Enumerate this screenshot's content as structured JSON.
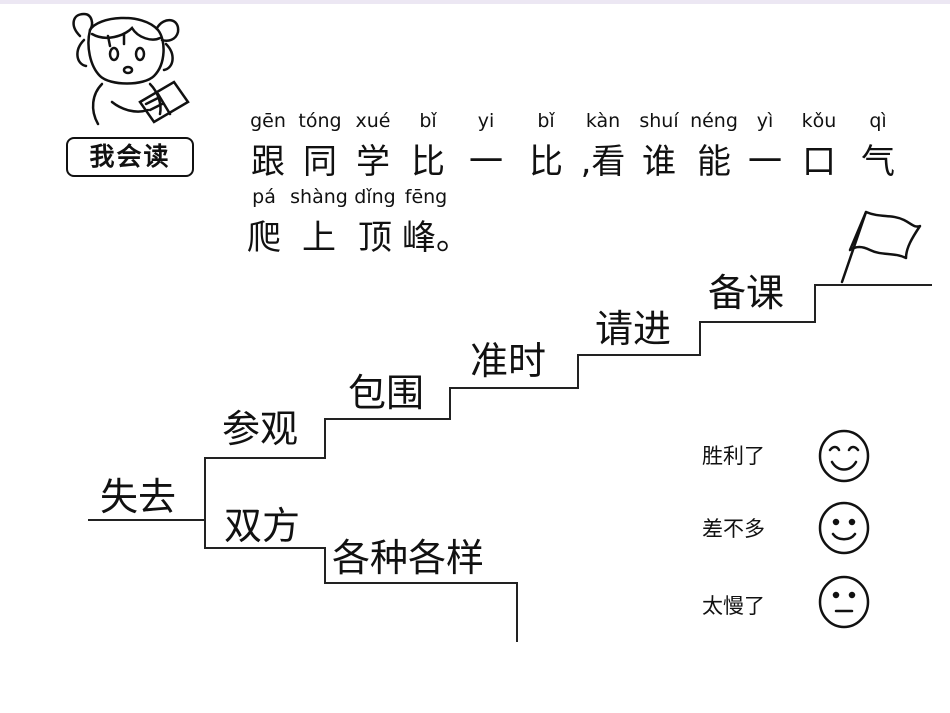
{
  "header": {
    "badge": "我会读",
    "pinyin_line1": [
      "gēn",
      "tóng",
      "xué",
      "bǐ",
      "yi",
      "bǐ",
      "kàn",
      "shuí",
      "néng",
      "yì",
      "kǒu",
      "qì"
    ],
    "hanzi_line1": [
      "跟",
      "同",
      "学",
      "比",
      "一",
      "比",
      ",看",
      "谁",
      "能",
      "一",
      "口",
      "气"
    ],
    "pinyin_line2": [
      "pá",
      "shàng",
      "dǐng",
      "fēng"
    ],
    "hanzi_line2": [
      "爬",
      "上",
      "顶",
      "峰。"
    ]
  },
  "upper_stairs": [
    "失去",
    "参观",
    "包围",
    "准时",
    "请进",
    "备课"
  ],
  "lower_stairs": [
    "双方",
    "各种各样"
  ],
  "legend": [
    {
      "label": "胜利了",
      "icon": "laughing-face-icon"
    },
    {
      "label": "差不多",
      "icon": "smiling-face-icon"
    },
    {
      "label": "太慢了",
      "icon": "neutral-face-icon"
    }
  ],
  "icons": {
    "flag": "flag-icon",
    "girl": "reading-girl-icon"
  }
}
